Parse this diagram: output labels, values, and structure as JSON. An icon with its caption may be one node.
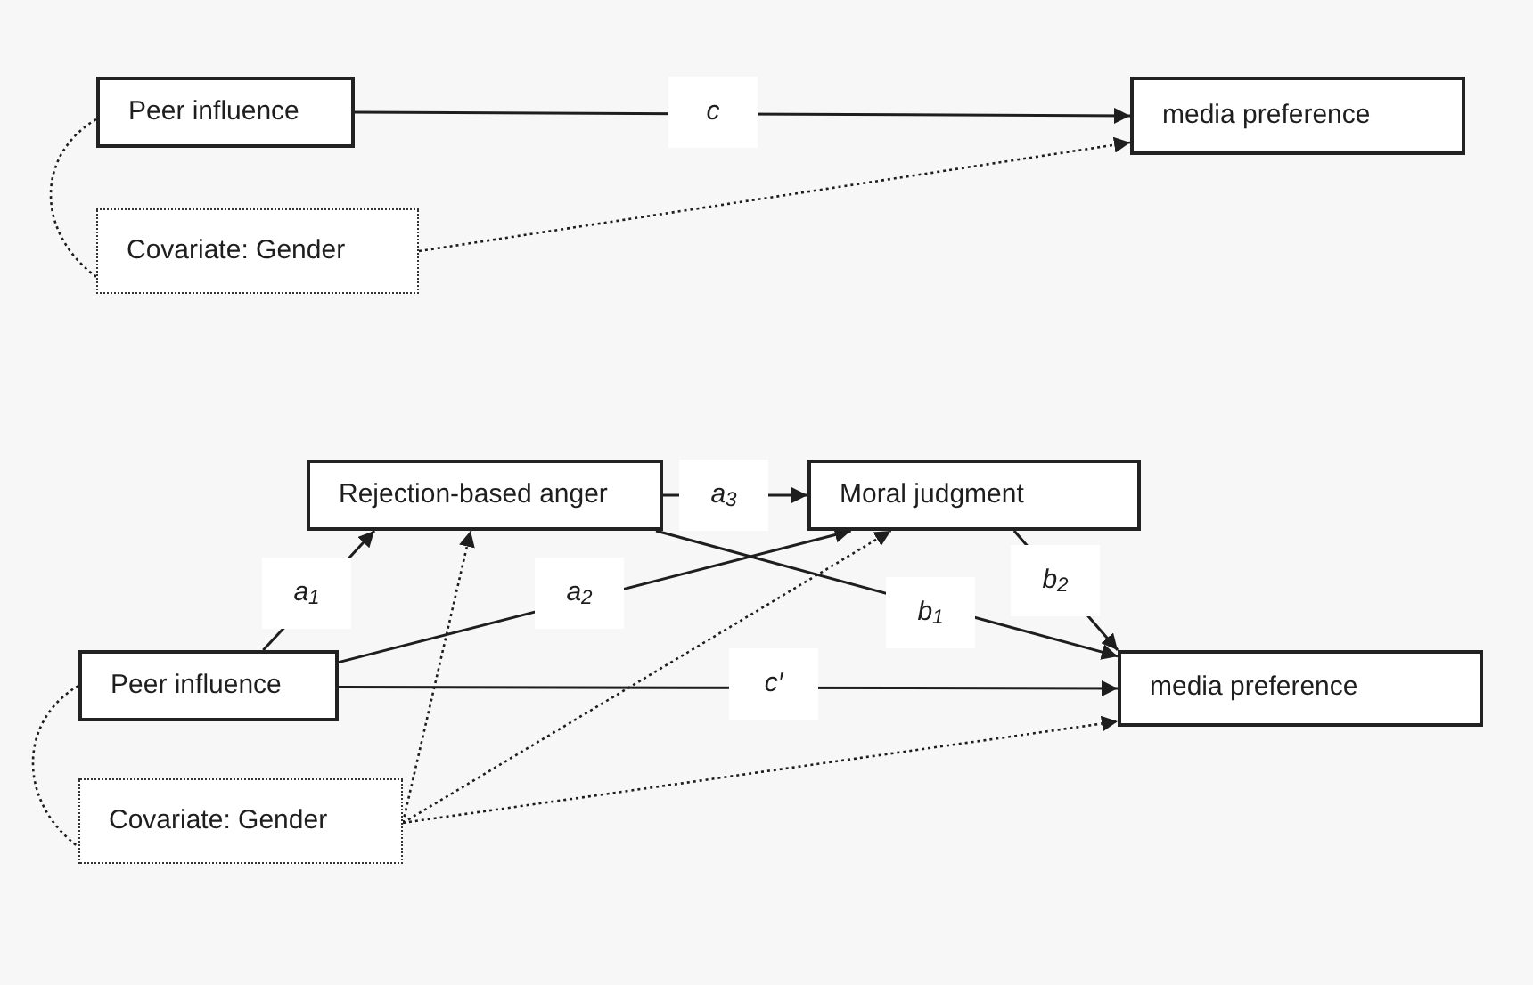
{
  "diagram": {
    "nodes": [
      {
        "text": [
          "Peer influence"
        ]
      },
      {
        "text": [
          "media preference"
        ]
      },
      {
        "text": [
          "Covariate: Gender"
        ]
      },
      {
        "text": [
          "Rejection-based anger"
        ]
      },
      {
        "text": [
          "Moral judgment"
        ]
      },
      {
        "text": [
          "Peer influence"
        ]
      },
      {
        "text": [
          "media preference"
        ]
      },
      {
        "text": [
          "Covariate: Gender"
        ]
      }
    ],
    "edges": [
      {
        "from": 0,
        "to": 1,
        "arrow": "to",
        "label": "c"
      },
      {
        "from": 2,
        "to": 1,
        "arrow": "to",
        "style": "dashed"
      },
      {
        "from": 0,
        "to": 2,
        "arrow": "none",
        "style": "dashed"
      },
      {
        "from": 5,
        "to": 3,
        "arrow": "to",
        "label": "a$_{1}$"
      },
      {
        "from": 5,
        "to": 4,
        "arrow": "to",
        "label": "a$_{2}$"
      },
      {
        "from": 3,
        "to": 4,
        "arrow": "to",
        "label": "a$_{3}$"
      },
      {
        "from": 3,
        "to": 6,
        "arrow": "to",
        "label": "b$_{1}$"
      },
      {
        "from": 4,
        "to": 6,
        "arrow": "to",
        "label": "b$_{2}$"
      },
      {
        "from": 5,
        "to": 6,
        "arrow": "to",
        "label": "c′"
      },
      {
        "from": 7,
        "to": 3,
        "arrow": "to",
        "style": "dashed"
      },
      {
        "from": 7,
        "to": 4,
        "arrow": "to",
        "style": "dashed"
      },
      {
        "from": 7,
        "to": 6,
        "arrow": "to",
        "style": "dashed"
      },
      {
        "from": 5,
        "to": 7,
        "arrow": "none",
        "style": "dashed"
      }
    ]
  }
}
